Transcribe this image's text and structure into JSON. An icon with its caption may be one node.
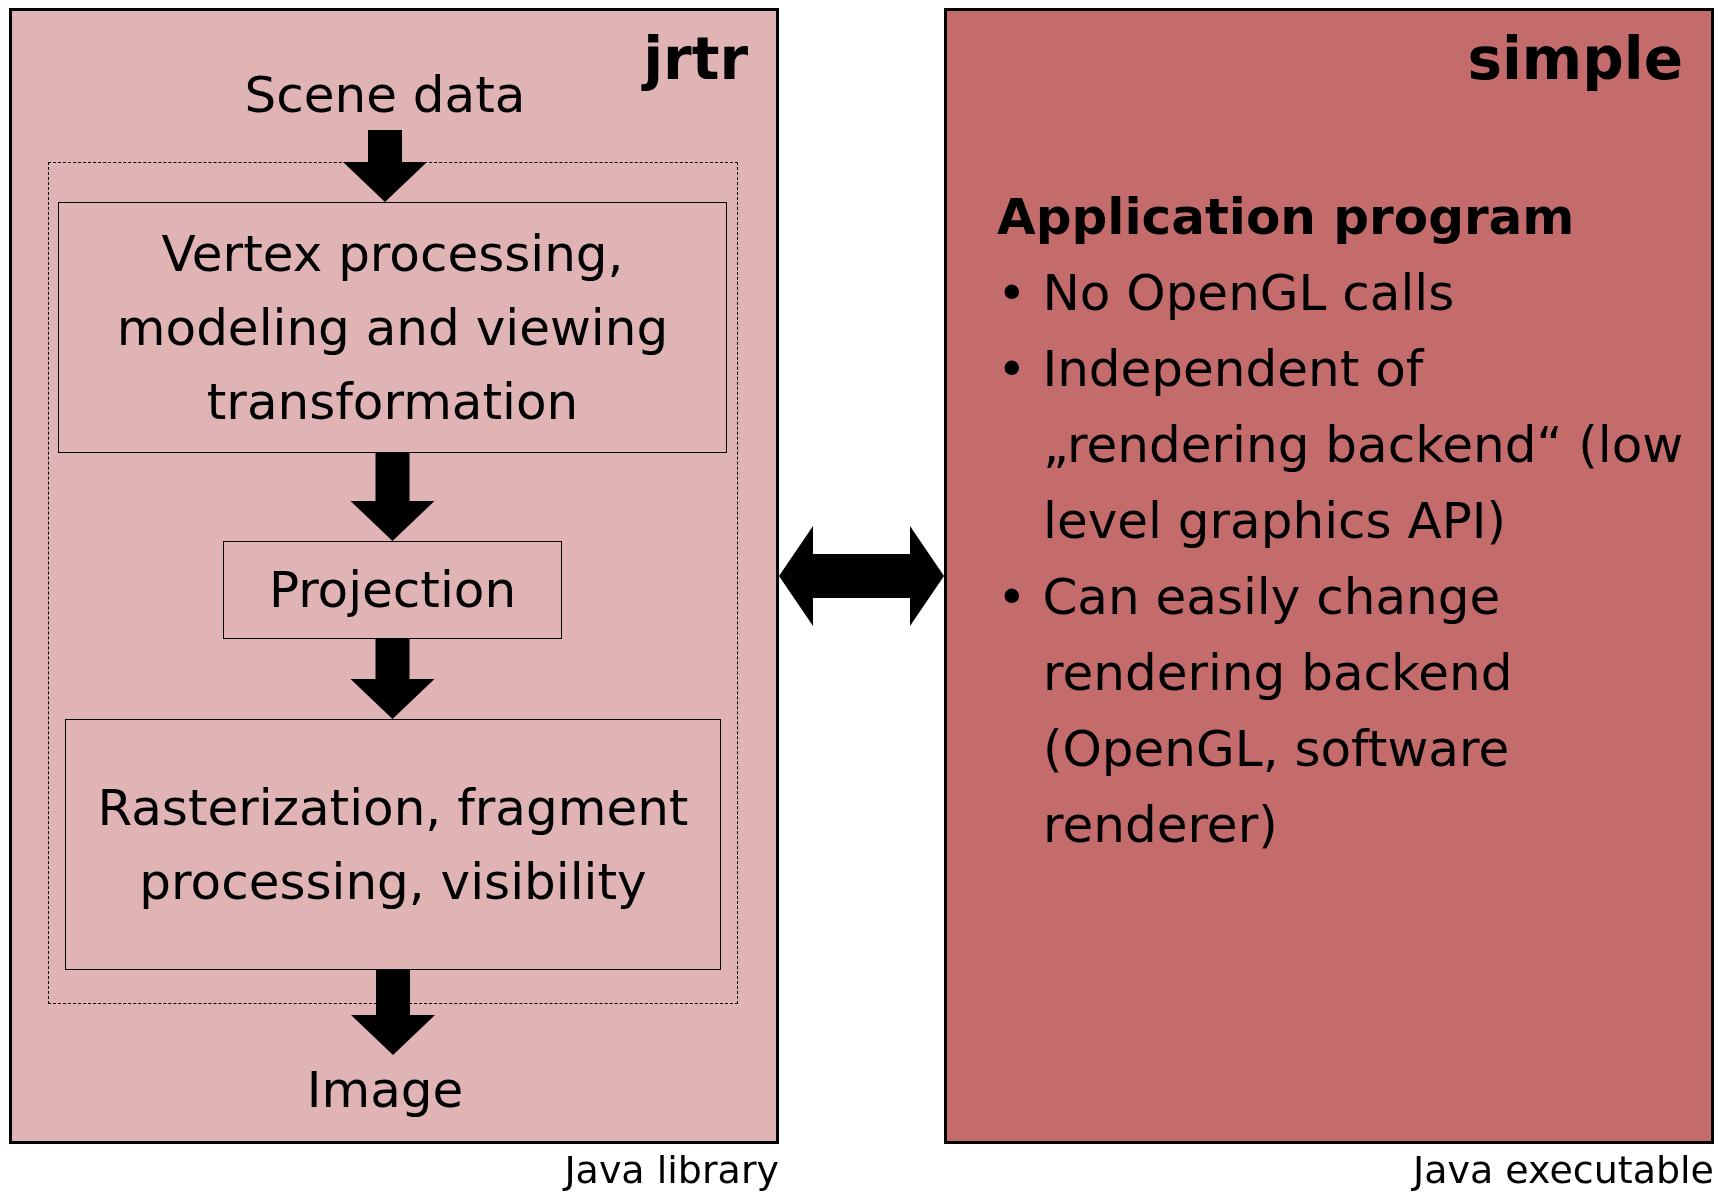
{
  "diagram": {
    "nodes": [
      {
        "text": [
          "jrtr"
        ],
        "beside": [
          "Java library"
        ]
      },
      {
        "text": [
          "Scene data"
        ],
        "in": 0
      },
      {
        "text": [],
        "shape": "box",
        "in": 0
      },
      {
        "text": [
          "Vertex processing, modeling and viewing transformation"
        ],
        "in": 2
      },
      {
        "text": [
          "Projection"
        ],
        "in": 2
      },
      {
        "text": [
          "Rasterization, fragment processing, visibility"
        ],
        "in": 2
      },
      {
        "text": [
          "Image"
        ],
        "in": 0
      },
      {
        "text": [
          "simple",
          "Application program",
          "• No OpenGL calls",
          "• Independent of „rendering backend“ (low level graphics API)",
          "• Can easily change rendering backend (OpenGL, software renderer)"
        ],
        "beside": [
          "Java executable"
        ]
      }
    ],
    "edges": [
      {
        "from": 1,
        "to": 3,
        "arrow": "to"
      },
      {
        "from": 3,
        "to": 4,
        "arrow": "to"
      },
      {
        "from": 4,
        "to": 5,
        "arrow": "to"
      },
      {
        "from": 5,
        "to": 6,
        "arrow": "to"
      },
      {
        "from": 0,
        "to": 7,
        "arrow": "both"
      }
    ]
  }
}
